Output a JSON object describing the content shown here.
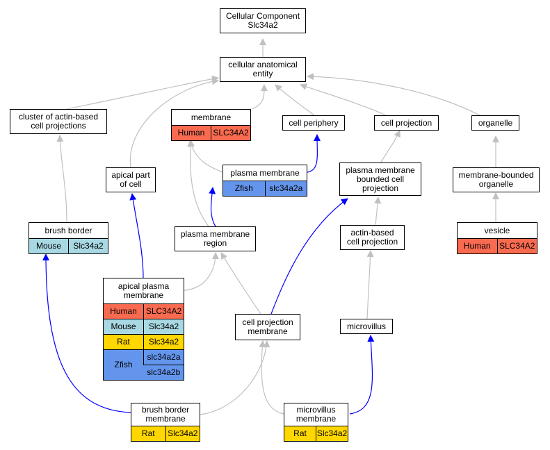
{
  "nodes": {
    "root": "Cellular Component\nSlc34a2",
    "cae": "cellular anatomical\nentity",
    "cluster": "cluster of actin-based\ncell projections",
    "membrane": "membrane",
    "periphery": "cell periphery",
    "cellproj": "cell projection",
    "organelle": "organelle",
    "apicalpart": "apical part\nof cell",
    "plasmamem": "plasma membrane",
    "pmbcp": "plasma membrane\nbounded cell\nprojection",
    "mbo": "membrane-bounded\norganelle",
    "brushborder": "brush border",
    "pmregion": "plasma membrane\nregion",
    "abcp": "actin-based\ncell projection",
    "vesicle": "vesicle",
    "apm": "apical plasma\nmembrane",
    "cpm": "cell projection\nmembrane",
    "microvillus": "microvillus",
    "bbm": "brush border\nmembrane",
    "mvm": "microvillus\nmembrane"
  },
  "annotations": {
    "membrane": [
      {
        "species": "Human",
        "gene": "SLC34A2"
      }
    ],
    "plasmamem": [
      {
        "species": "Zfish",
        "gene": "slc34a2a"
      }
    ],
    "brushborder": [
      {
        "species": "Mouse",
        "gene": "Slc34a2"
      }
    ],
    "vesicle": [
      {
        "species": "Human",
        "gene": "SLC34A2"
      }
    ],
    "apm": [
      {
        "species": "Human",
        "gene": "SLC34A2"
      },
      {
        "species": "Mouse",
        "gene": "Slc34a2"
      },
      {
        "species": "Rat",
        "gene": "Slc34a2"
      },
      {
        "species": "Zfish",
        "genes": [
          "slc34a2a",
          "slc34a2b"
        ]
      }
    ],
    "bbm": [
      {
        "species": "Rat",
        "gene": "Slc34a2"
      }
    ],
    "mvm": [
      {
        "species": "Rat",
        "gene": "Slc34a2"
      }
    ]
  },
  "colors": {
    "Human": "#f96b50",
    "Mouse": "#a8d8e2",
    "Rat": "#ffd700",
    "Zfish": "#6495ed",
    "is_a_edge": "#c0c0c0",
    "part_of_edge": "#0000ff"
  }
}
